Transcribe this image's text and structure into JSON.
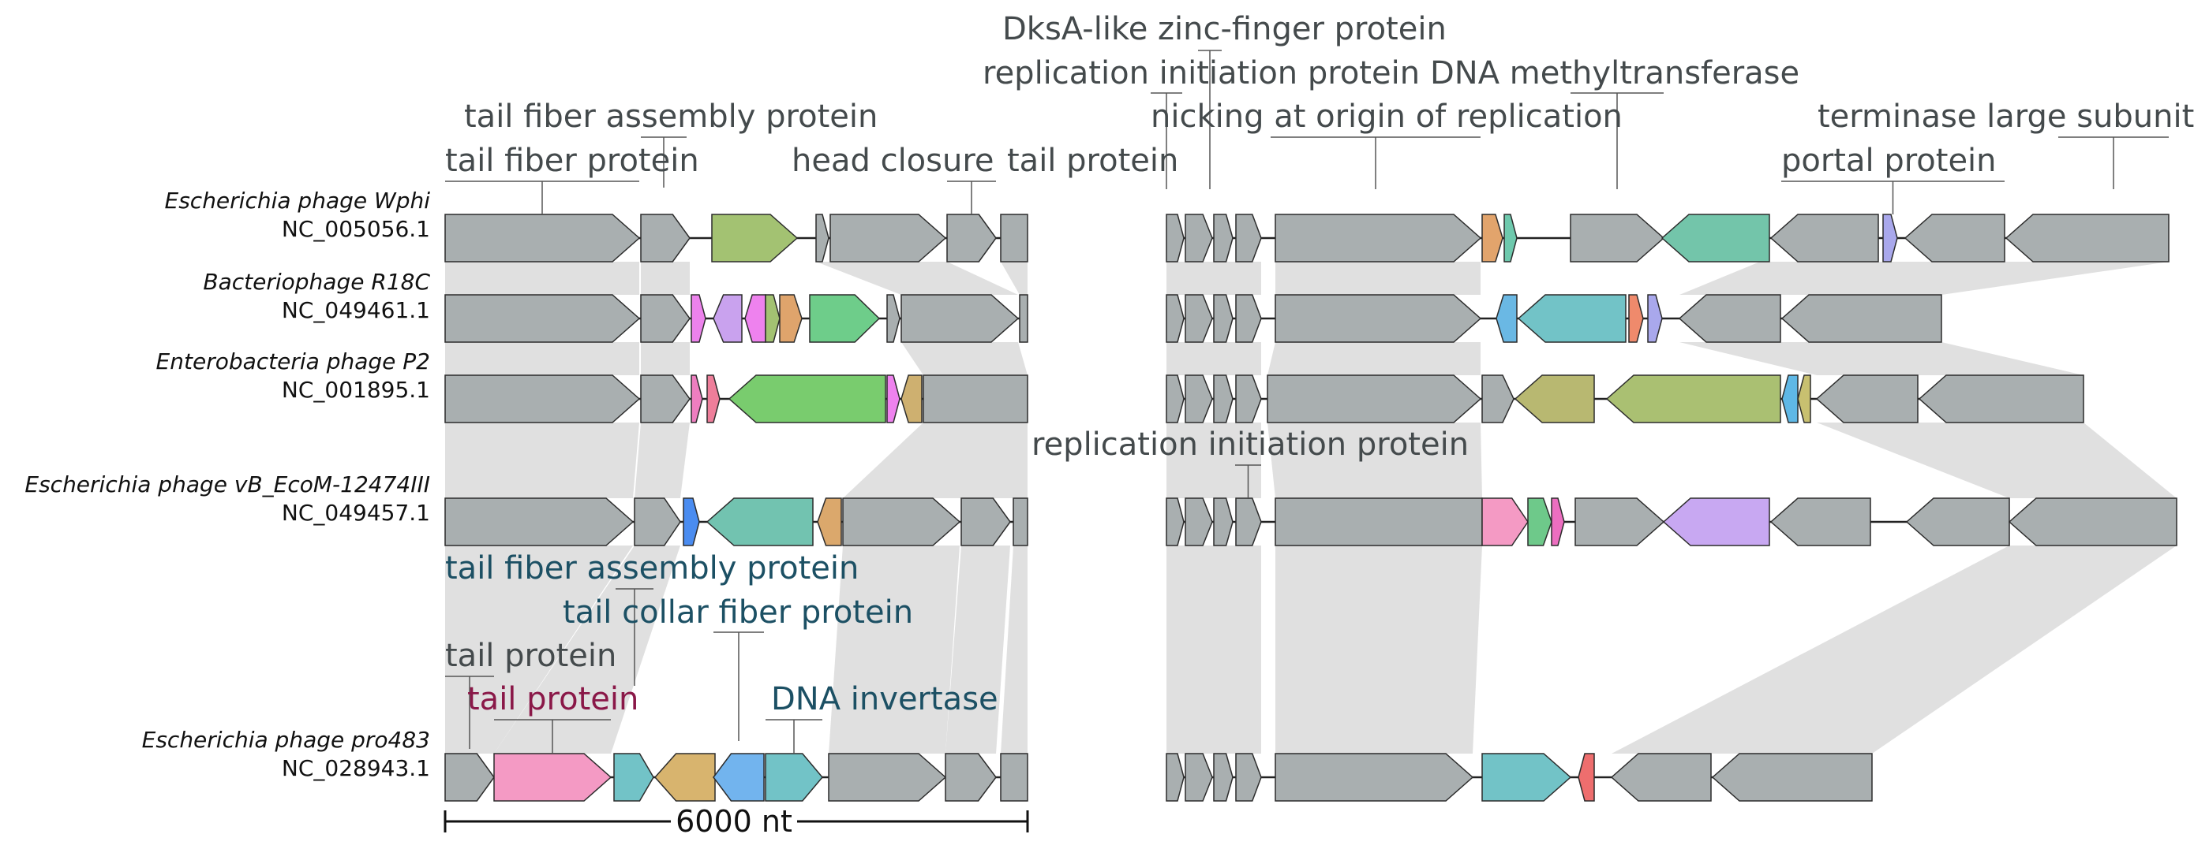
{
  "sequences": [
    {
      "name": "Escherichia phage Wphi",
      "accession": "NC_005056.1"
    },
    {
      "name": "Bacteriophage R18C",
      "accession": "NC_049461.1"
    },
    {
      "name": "Enterobacteria phage P2",
      "accession": "NC_001895.1"
    },
    {
      "name": "Escherichia phage vB_EcoM-12474III",
      "accession": "NC_049457.1"
    },
    {
      "name": "Escherichia phage pro483",
      "accession": "NC_028943.1"
    }
  ],
  "labels": {
    "wphi": [
      "DksA-like zinc-finger protein",
      "replication initiation protein",
      "DNA methyltransferase",
      "tail fiber assembly protein",
      "nicking at origin of replication",
      "terminase large subunit",
      "tail fiber protein",
      "head closure",
      "tail protein",
      "portal protein"
    ],
    "vb": [
      "replication initiation protein"
    ],
    "pro483": [
      "tail fiber assembly protein",
      "tail collar fiber protein",
      "tail protein",
      "tail protein",
      "DNA invertase"
    ]
  },
  "scale_bar": {
    "label": "6000 nt"
  },
  "colors": {
    "gray_gene": "#a9afb0",
    "link": "#e0e0e0",
    "label_text": "#444a4c",
    "highlight_pink": "#8a1848",
    "highlight_blue": "#1c5064"
  }
}
